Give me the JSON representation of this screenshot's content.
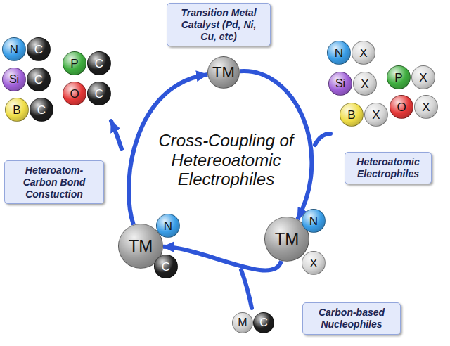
{
  "diagram": {
    "nodes": [
      {
        "text": [
          "Transition Metal Catalyst (Pd, Ni, Cu, etc)"
        ]
      },
      {
        "text": [
          "TM"
        ]
      },
      {
        "text": [
          "N"
        ]
      },
      {
        "text": [
          "C"
        ]
      },
      {
        "text": [
          "P"
        ]
      },
      {
        "text": [
          "C"
        ]
      },
      {
        "text": [
          "Si"
        ]
      },
      {
        "text": [
          "C"
        ]
      },
      {
        "text": [
          "O"
        ]
      },
      {
        "text": [
          "C"
        ]
      },
      {
        "text": [
          "B"
        ]
      },
      {
        "text": [
          "C"
        ]
      },
      {
        "text": [
          "N"
        ]
      },
      {
        "text": [
          "X"
        ]
      },
      {
        "text": [
          "P"
        ]
      },
      {
        "text": [
          "X"
        ]
      },
      {
        "text": [
          "Si"
        ]
      },
      {
        "text": [
          "X"
        ]
      },
      {
        "text": [
          "O"
        ]
      },
      {
        "text": [
          "X"
        ]
      },
      {
        "text": [
          "B"
        ]
      },
      {
        "text": [
          "X"
        ]
      },
      {
        "text": [
          "Heteroatom-Carbon Bond Constuction"
        ]
      },
      {
        "text": [
          "Heteroatomic Electrophiles"
        ]
      },
      {
        "text": [
          "TM"
        ]
      },
      {
        "text": [
          "N"
        ]
      },
      {
        "text": [
          "C"
        ]
      },
      {
        "text": [
          "TM"
        ]
      },
      {
        "text": [
          "N"
        ]
      },
      {
        "text": [
          "X"
        ]
      },
      {
        "text": [
          "M"
        ]
      },
      {
        "text": [
          "C"
        ]
      },
      {
        "text": [
          "Carbon-based Nucleophiles"
        ]
      }
    ],
    "edges": [
      {
        "from": 1,
        "to": 27,
        "arrow": "to"
      },
      {
        "from": 27,
        "to": 24,
        "arrow": "to"
      },
      {
        "from": 24,
        "to": 1,
        "arrow": "to"
      }
    ],
    "labels": [
      "Cross-Coupling of Hetereoatomic Electrophiles"
    ]
  }
}
